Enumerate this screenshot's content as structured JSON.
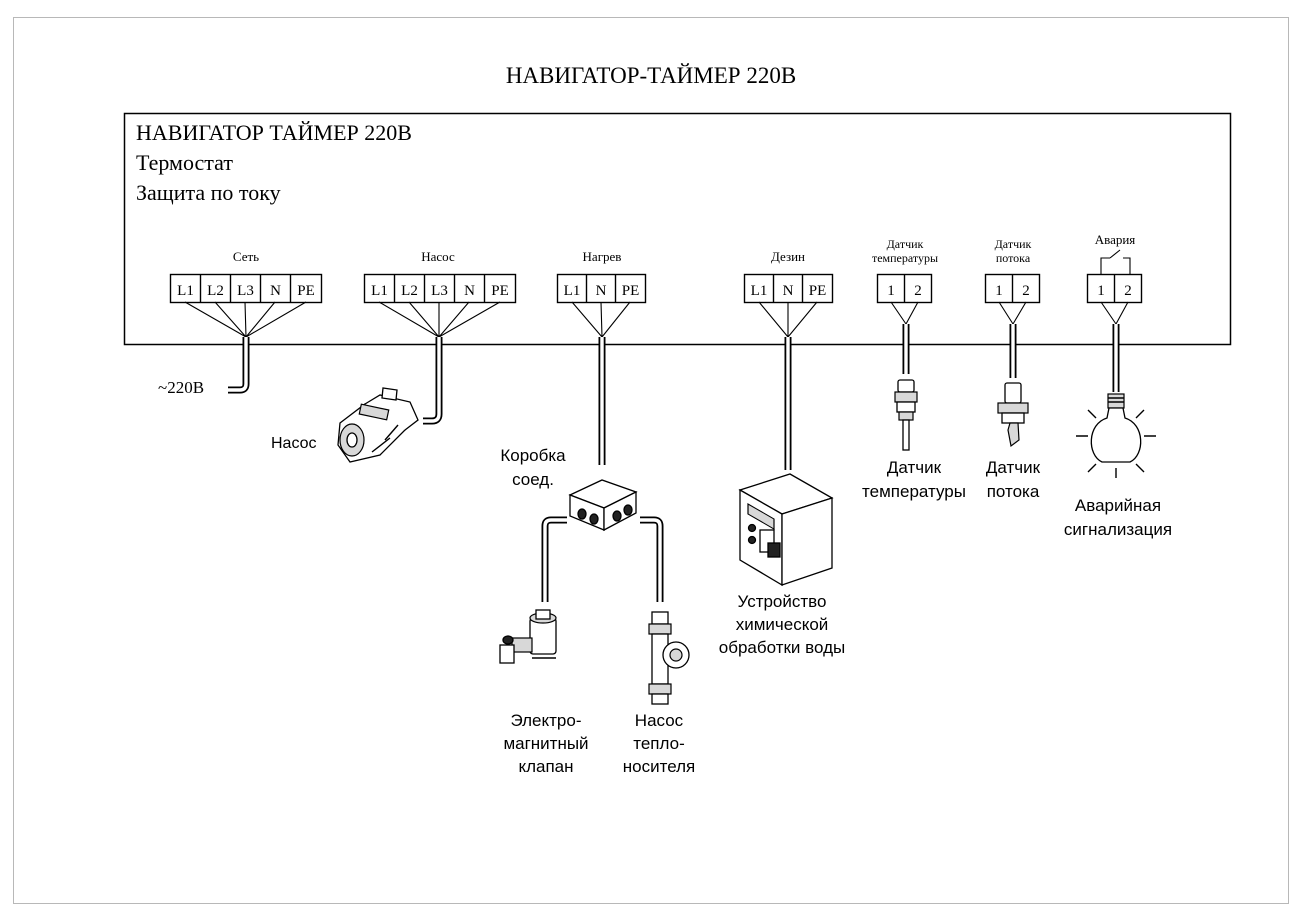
{
  "diagram": {
    "title": "НАВИГАТОР-ТАЙМЕР 220В",
    "controller": {
      "lines": [
        "НАВИГАТОР ТАЙМЕР 220В",
        "Термостат",
        "Защита по току"
      ]
    },
    "blocks": [
      {
        "label": "Сеть",
        "terminals": [
          "L1",
          "L2",
          "L3",
          "N",
          "PE"
        ]
      },
      {
        "label": "Насос",
        "terminals": [
          "L1",
          "L2",
          "L3",
          "N",
          "PE"
        ]
      },
      {
        "label": "Нагрев",
        "terminals": [
          "L1",
          "N",
          "PE"
        ]
      },
      {
        "label": "Дезин",
        "terminals": [
          "L1",
          "N",
          "PE"
        ]
      },
      {
        "label_lines": [
          "Датчик",
          "температуры"
        ],
        "terminals": [
          "1",
          "2"
        ]
      },
      {
        "label_lines": [
          "Датчик",
          "потока"
        ],
        "terminals": [
          "1",
          "2"
        ]
      },
      {
        "label": "Авария",
        "terminals": [
          "1",
          "2"
        ]
      }
    ],
    "devices": {
      "supply": "~220В",
      "pump": "Насос",
      "junction_box": [
        "Коробка",
        "соед."
      ],
      "solenoid_valve": [
        "Электро-",
        "магнитный",
        "клапан"
      ],
      "coolant_pump": [
        "Насос",
        "тепло-",
        "носителя"
      ],
      "chem_unit": [
        "Устройство",
        "химической",
        "обработки воды"
      ],
      "temp_sensor": [
        "Датчик",
        "температуры"
      ],
      "flow_sensor": [
        "Датчик",
        "потока"
      ],
      "alarm": [
        "Аварийная",
        "сигнализация"
      ]
    }
  }
}
